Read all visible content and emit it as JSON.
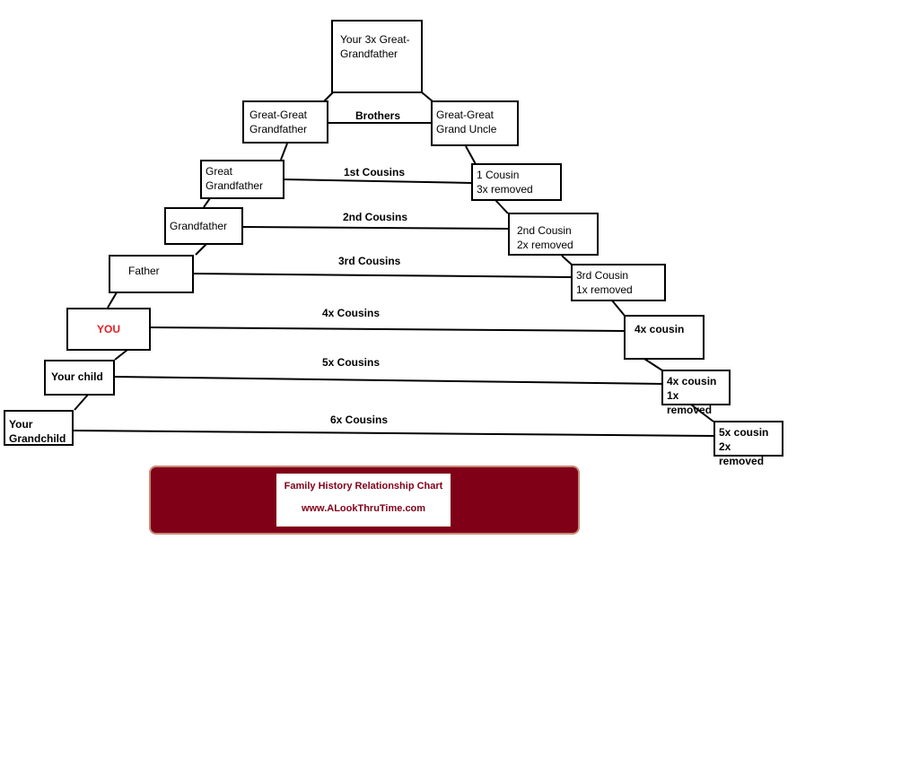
{
  "boxes": {
    "top": "Your 3x Great-\nGrandfather",
    "great_great_grandfather": "Great-Great\nGrandfather",
    "great_great_grand_uncle": "Great-Great\nGrand Uncle",
    "great_grandfather": "Great\nGrandfather",
    "first_cousin_3x": "1 Cousin\n3x removed",
    "grandfather": "Grandfather",
    "second_cousin_2x": "2nd  Cousin\n2x removed",
    "father": "Father",
    "third_cousin_1x": "3rd Cousin\n1x removed",
    "you": "YOU",
    "fourth_cousin": "4x cousin",
    "your_child": "Your child",
    "fourth_cousin_1x": "4x cousin\n1x removed",
    "your_grandchild": "Your\nGrandchild",
    "fifth_cousin_2x": "5x cousin\n2x removed"
  },
  "relations": {
    "brothers": "Brothers",
    "first_cousins": "1st Cousins",
    "second_cousins": "2nd Cousins",
    "third_cousins": "3rd Cousins",
    "fourth_cousins": "4x Cousins",
    "fifth_cousins": "5x Cousins",
    "sixth_cousins": "6x Cousins"
  },
  "banner": {
    "title": "Family History Relationship Chart",
    "url": "www.ALookThruTime.com"
  },
  "colors": {
    "banner": "#800018",
    "you_text": "#e31e24"
  }
}
